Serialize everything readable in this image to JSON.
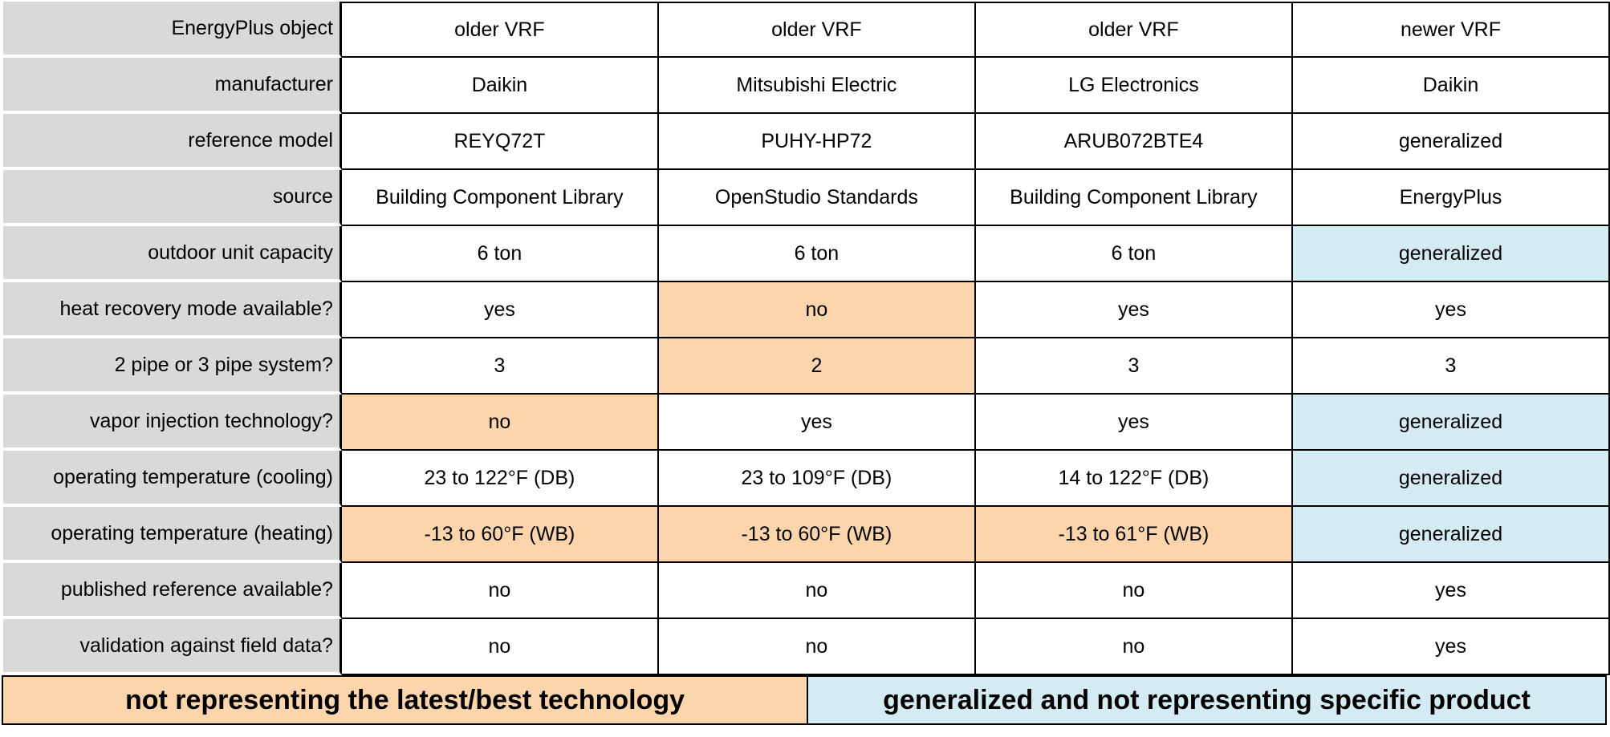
{
  "colors": {
    "orange": "#fdd5ad",
    "blue": "#d4ebf2",
    "label_bg": "#d9d9d9"
  },
  "rows": [
    {
      "label": "EnergyPlus object",
      "cells": [
        "older VRF",
        "older VRF",
        "older VRF",
        "newer VRF"
      ]
    },
    {
      "label": "manufacturer",
      "cells": [
        "Daikin",
        "Mitsubishi Electric",
        "LG Electronics",
        "Daikin"
      ]
    },
    {
      "label": "reference model",
      "cells": [
        "REYQ72T",
        "PUHY-HP72",
        "ARUB072BTE4",
        "generalized"
      ]
    },
    {
      "label": "source",
      "cells": [
        "Building Component Library",
        "OpenStudio Standards",
        "Building Component Library",
        "EnergyPlus"
      ]
    },
    {
      "label": "outdoor unit capacity",
      "cells": [
        "6 ton",
        "6 ton",
        "6 ton",
        "generalized"
      ]
    },
    {
      "label": "heat recovery mode available?",
      "cells": [
        "yes",
        "no",
        "yes",
        "yes"
      ]
    },
    {
      "label": "2 pipe or 3 pipe system?",
      "cells": [
        "3",
        "2",
        "3",
        "3"
      ]
    },
    {
      "label": "vapor injection technology?",
      "cells": [
        "no",
        "yes",
        "yes",
        "generalized"
      ]
    },
    {
      "label": "operating temperature (cooling)",
      "cells": [
        "23 to 122°F (DB)",
        "23 to 109°F (DB)",
        "14 to 122°F (DB)",
        "generalized"
      ]
    },
    {
      "label": "operating temperature (heating)",
      "cells": [
        "-13 to 60°F (WB)",
        "-13 to 60°F (WB)",
        "-13 to 61°F (WB)",
        "generalized"
      ]
    },
    {
      "label": "published reference available?",
      "cells": [
        "no",
        "no",
        "no",
        "yes"
      ]
    },
    {
      "label": "validation against field data?",
      "cells": [
        "no",
        "no",
        "no",
        "yes"
      ]
    }
  ],
  "legend": {
    "orange_text": "not representing the latest/best technology",
    "blue_text": "generalized and not representing specific product"
  }
}
